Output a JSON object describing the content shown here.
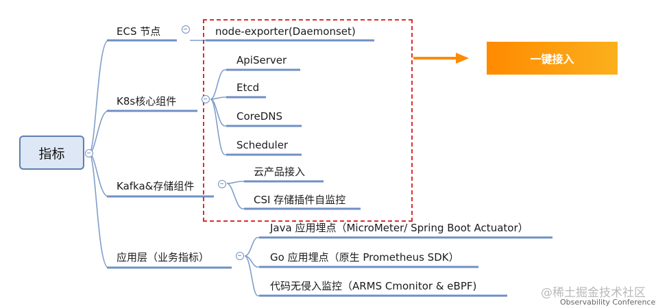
{
  "root": {
    "label": "指标"
  },
  "branches": [
    {
      "label": "ECS 节点",
      "children": [
        {
          "label": "node-exporter(Daemonset)"
        }
      ]
    },
    {
      "label": "K8s核心组件",
      "children": [
        {
          "label": "ApiServer"
        },
        {
          "label": "Etcd"
        },
        {
          "label": "CoreDNS"
        },
        {
          "label": "Scheduler"
        }
      ]
    },
    {
      "label": "Kafka&存储组件",
      "children": [
        {
          "label": "云产品接入"
        },
        {
          "label": "CSI 存储插件自监控"
        }
      ]
    },
    {
      "label": "应用层（业务指标）",
      "children": [
        {
          "label": "Java 应用埋点（MicroMeter/ Spring Boot Actuator）"
        },
        {
          "label": "Go 应用埋点（原生 Prometheus SDK）"
        },
        {
          "label": "代码无侵入监控（ARMS Cmonitor & eBPF)"
        }
      ]
    }
  ],
  "action": {
    "label": "一键接入"
  },
  "watermark": {
    "line1": "@稀土掘金技术社区",
    "line2": "Observability Conference"
  },
  "colors": {
    "connector": "#7f9dc9",
    "underline": "#6f8fc4",
    "dashed_border": "#dd2b2b",
    "arrow": "#ff8a00",
    "button_start": "#ff8a00",
    "button_end": "#fbb01c"
  },
  "icons": {
    "collapse": "circle-minus-icon",
    "arrow": "arrow-right-icon"
  }
}
